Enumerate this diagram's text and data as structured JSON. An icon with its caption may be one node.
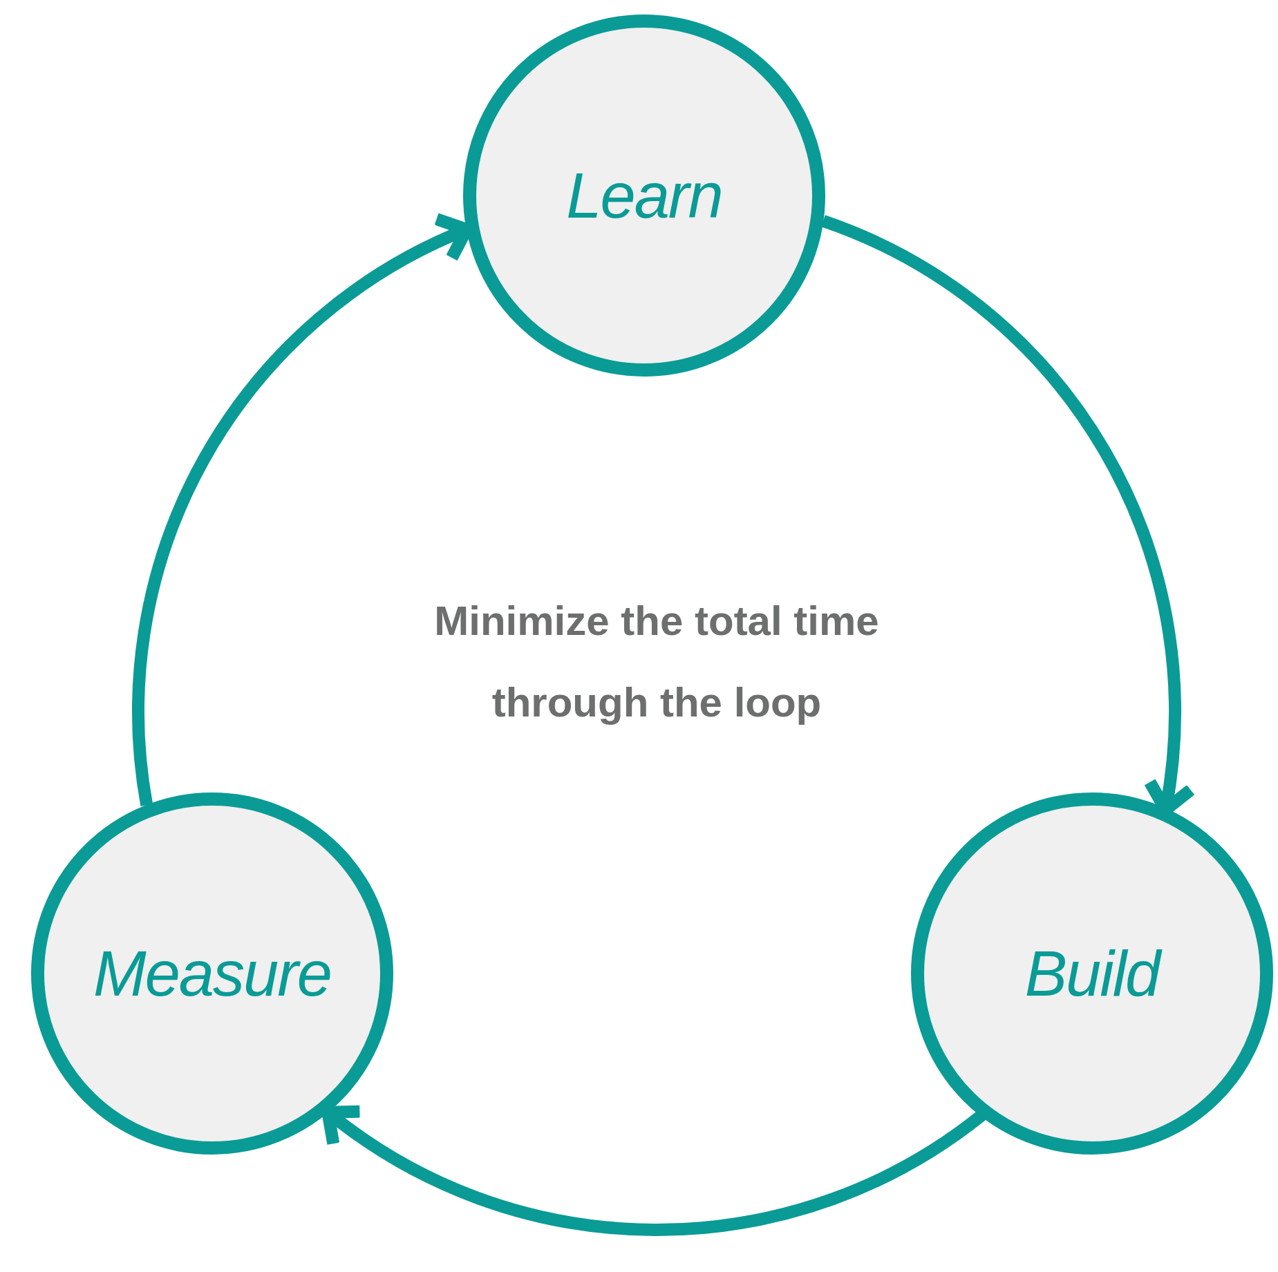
{
  "diagram": {
    "nodes": [
      {
        "text": [
          "Learn"
        ]
      },
      {
        "text": [
          "Build"
        ]
      },
      {
        "text": [
          "Measure"
        ]
      }
    ],
    "edges": [
      {
        "from": 0,
        "to": 1,
        "arrow": "to"
      },
      {
        "from": 1,
        "to": 2,
        "arrow": "to"
      },
      {
        "from": 2,
        "to": 0,
        "arrow": "to"
      }
    ],
    "labels": [
      "Minimize the total time through the loop"
    ]
  }
}
